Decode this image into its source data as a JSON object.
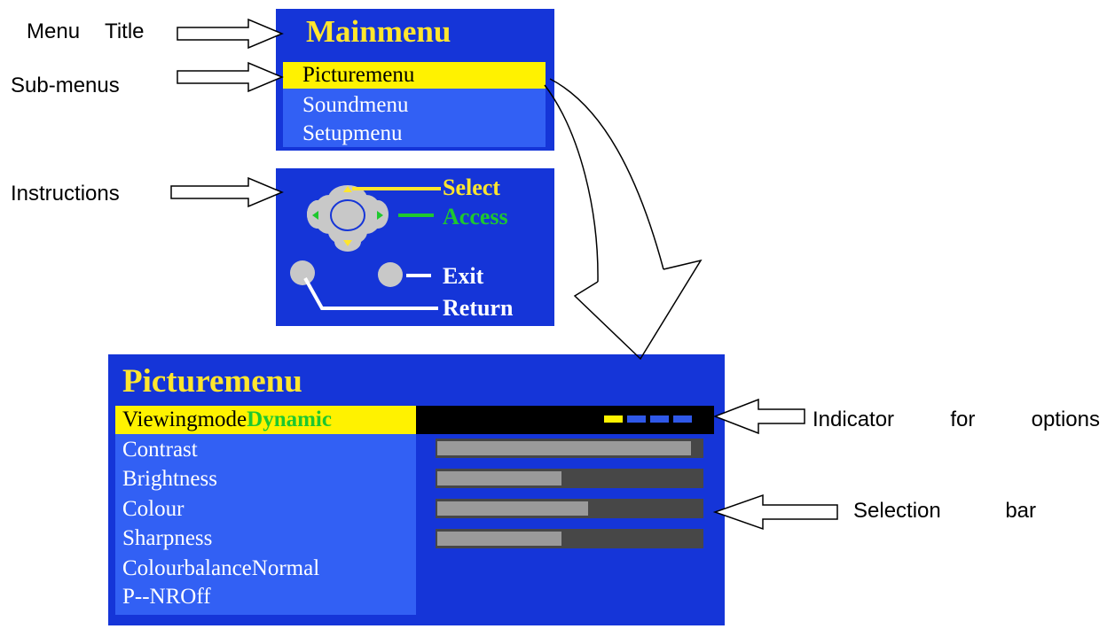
{
  "callouts": {
    "menu_title": [
      "Menu",
      "Title"
    ],
    "sub_menus": "Sub-menus",
    "instructions": "Instructions",
    "indicator": [
      "Indicator",
      "for",
      "options"
    ],
    "selection_bar": [
      "Selection",
      "bar"
    ]
  },
  "main_menu": {
    "title": "Mainmenu",
    "items": [
      "Picturemenu",
      "Soundmenu",
      "Setupmenu"
    ],
    "selected_index": 0
  },
  "instructions": {
    "select": "Select",
    "access": "Access",
    "exit": "Exit",
    "return": "Return"
  },
  "picture_menu": {
    "title": "Picturemenu",
    "viewing_mode": {
      "label": "Viewingmode",
      "value": "Dynamic",
      "option_count": 4,
      "active_option": 1
    },
    "items": [
      {
        "label": "Contrast",
        "level": 0.96
      },
      {
        "label": "Brightness",
        "level": 0.47
      },
      {
        "label": "Colour",
        "level": 0.57
      },
      {
        "label": "Sharpness",
        "level": 0.47
      }
    ],
    "colour_balance": {
      "label": "Colourbalance",
      "value": "Normal"
    },
    "pnr": {
      "label": "P--NR",
      "value": "Off"
    }
  },
  "colors": {
    "panel_blue": "#1535d8",
    "list_blue": "#3260f4",
    "highlight_yellow": "#fff200",
    "title_yellow": "#ffe62e",
    "access_green": "#1ec82e",
    "bar_track": "#474747",
    "bar_fill": "#9a9a9a"
  }
}
